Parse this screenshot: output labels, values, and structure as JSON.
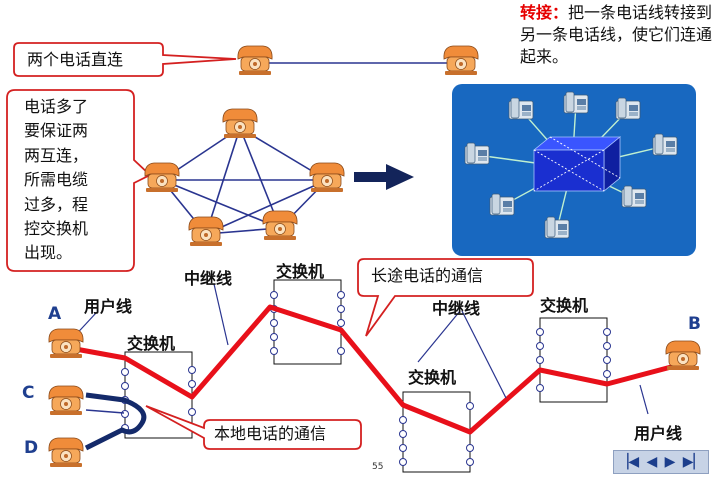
{
  "note": {
    "highlight": "转接：",
    "text": "把一条电话线转接到另一条电话线，使它们连通起来。"
  },
  "callouts": {
    "direct": "两个电话直连",
    "many_lines": [
      "电话多了",
      "要保证两",
      "两互连，",
      "所需电缆",
      "过多，程",
      "控交换机",
      "出现。"
    ],
    "long_distance": "长途电话的通信",
    "local": "本地电话的通信"
  },
  "labels": {
    "user_line_left": "用户线",
    "user_line_right": "用户线",
    "trunk_line_1": "中继线",
    "trunk_line_2": "中继线",
    "switch_1": "交换机",
    "switch_2": "交换机",
    "switch_3": "交换机",
    "switch_4": "交换机"
  },
  "phones": {
    "a": "A",
    "b": "B",
    "c": "C",
    "d": "D"
  },
  "page_number": "55",
  "nav": {
    "first": "▕◀",
    "prev": "◀",
    "next": "▶",
    "last": "▶▏"
  },
  "colors": {
    "call_path": "#e8101a",
    "callout_border": "#d42020",
    "mesh_lines": "#2a3590",
    "network_bg": "#1868c0",
    "switch_cube": "#1a2fd0",
    "phone_body": "#f19a4a"
  }
}
